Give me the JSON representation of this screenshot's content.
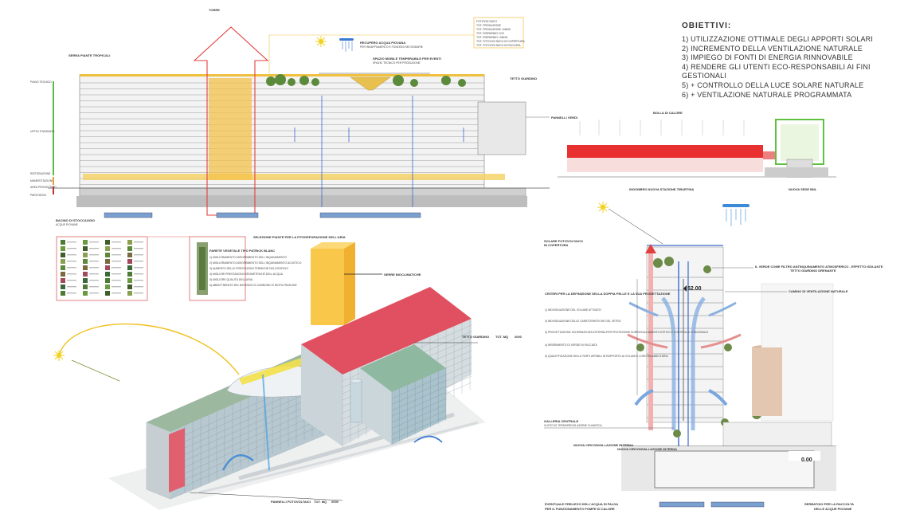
{
  "objectives": {
    "title": "OBIETTIVI:",
    "items": [
      "1) UTILIZZAZIONE OTTIMALE DEGLI APPORTI SOLARI",
      "2) INCREMENTO DELLA VENTILAZIONE NATURALE",
      "3) IMPIEGO DI FONTI DI ENERGIA RINNOVABILE",
      "4) RENDERE GLI UTENTI ECO-RESPONSABILI AI FINI GESTIONALI",
      "5) + CONTROLLO DELLA LUCE SOLARE NATURALE",
      "6) + VENTILAZIONE NATURALE PROGRAMMATA"
    ]
  },
  "section_top": {
    "serra_tropicali": "SERRA PIANTE TROPICALI",
    "torre_label": "TORRE",
    "recupero_acqua": "RECUPERO ACQUA PIOVANA",
    "recupero_sub": "PER INNAFFIAMENTO E FUNZIONI SECONDARIE",
    "spazio_mobile": "SPAZIO MOBILE TEMPERABILE PER EVENTI",
    "spazio_sub": "SPAZIO TECNICO PER PRODUZIONE",
    "tetto_giardino": "TETTO GIARDINO",
    "pannelli_verdi": "PANNELLI VERDI",
    "bacino": "BACINO DI STOCCAGGIO",
    "bacino_sub": "ACQUE PIOVANE",
    "selezione_piante": "SELEZIONE PIANTE PER LA FITODEPURAZIONE DELL'ARIA",
    "left_labels": [
      "PIANO TECNICO",
      "UFFICI STANDARD",
      "RISTORAZIONE",
      "MANIFESTAZIONI",
      "AREA PROGETTISTI",
      "PARCHEGGI"
    ],
    "fotovoltaico": [
      "FOTOVOLTAICO",
      "TOT. PRODUZIONE",
      "TOT. PRODUZIONE / ANNO",
      "TOT. RISPARMIO CO2",
      "TOT. RISPARMIO / ANNO",
      "TOT. FOTOVOLTAICO IN COPERTURA",
      "TOT. FOTOVOLTAICO IN FACCIATA"
    ]
  },
  "heat_section": {
    "bolla_calore": "BOLLA DI CALORE",
    "ingombro": "INGOMBRO NUOVA STAZIONE TIBURTINA",
    "nuova_sede": "NUOVA SEDE BNL"
  },
  "wall_panel": {
    "title": "PARETE VEGETALE TIPO PATRICK BLANC",
    "lines": [
      "1) MIGLIORAMENTO ASSORBIMENTO DELL'INQUINAMENTO",
      "2) MIGLIORAMENTO ASSORBIMENTO DELL'INQUINAMENTO ACUSTICO",
      "3) AUMENTO DELLE PRESTAZIONI TERMICHE DELL'EDIFICIO",
      "4) MIGLIORI PRESTAZIONI IGROMETRICHE DELL'ACQUA",
      "5) MIGLIORE QUALITÀ DELL'ARIA",
      "6) ABBATTIMENTO DEL BIOSSIDO DI CARBONIO E BIOFILTRAZIONE"
    ]
  },
  "axon": {
    "serre_bioclimatiche": "SERRE BIOCLIMATICHE",
    "tetto_giardino": "TETTO GIARDINO",
    "tetto_giardino_tot": "TOT. MQ",
    "tetto_giardino_val": "2000",
    "pannelli": "PANNELLI FOTOVOLTAICI",
    "pannelli_tot": "TOT. MQ",
    "pannelli_val": "2000"
  },
  "section_right": {
    "solare_fv": "SOLARE FOTOVOLTAICO",
    "solare_fv_sub": "IN COPERTURA",
    "verde_filtro": "IL VERDE COME FILTRO ANTINQUINAMENTO ATMOSFERICO - EFFETTO ISOLANTE",
    "verde_sub": "TETTO GIARDINO DRENANTE",
    "camino": "CAMINO DI VENTILAZIONE NATURALE",
    "criteri": "CRITERI PER LA DEFINIZIONE DELLA DOPPIA PELLE E LA SUA PROGETTAZIONE",
    "criteri_list": [
      "1) INDIVIDUAZIONE DEL VOLUME ATTIVATO",
      "2) INDIVIDUAZIONE DELLE CARATTERISTICHE DEL VETRO",
      "3) PROGETTAZIONE SCHERMATURA ESTERNA PER PROTEZIONE SURRISCALDAMENTO ESTIVO E CONTROLLO STAGIONALE",
      "4) INSERIMENTO DI VERDE IN FACCIATA",
      "5) QUANTIFICAZIONE DELLE PARTI APRIBILI IN RAPPORTO AI VOLUMI E LORO RICAMBI D'ARIA"
    ],
    "elev_top": "52.00",
    "elev_zero": "0.00",
    "galleria": "GALLERIA CENTRALE",
    "galleria_sub": "VUOTO DI TERMOREGOLAZIONE CLIMATICA",
    "road1": "NUOVA CIRCONVALLAZIONE INTERNA",
    "road2": "NUOVA CIRCONVALLAZIONE INTERNA",
    "eventuale": "EVENTUALE PRELIEVO DELL'ACQUA DI FALDA",
    "eventuale_sub": "PER IL FUNZIONAMENTO POMPE DI CALORE",
    "serbatoio": "SERBATOIO PER LA RACCOLTA",
    "serbatoio_sub": "DELLE ACQUE PIOVANE"
  }
}
